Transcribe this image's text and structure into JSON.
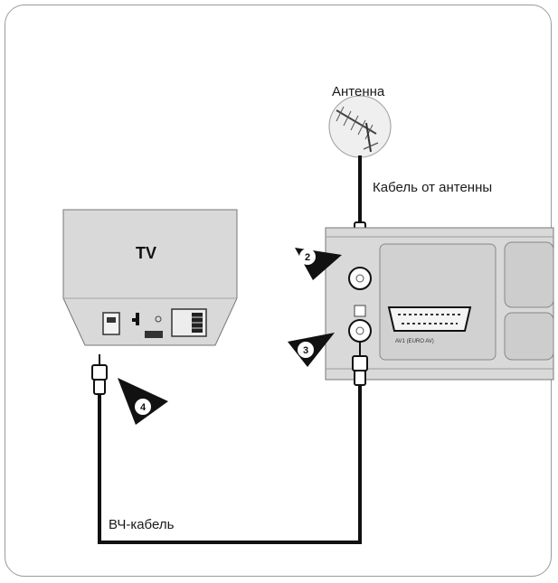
{
  "labels": {
    "antenna": "Антенна",
    "antenna_cable": "Кабель от антенны",
    "rf_cable": "ВЧ-кабель",
    "tv": "TV",
    "scart": "AV1 (EURO AV)"
  },
  "steps": [
    "2",
    "3",
    "4"
  ],
  "colors": {
    "cable": "#111111",
    "device_fill": "#d9d9d9",
    "frame": "#9a9a9a"
  }
}
